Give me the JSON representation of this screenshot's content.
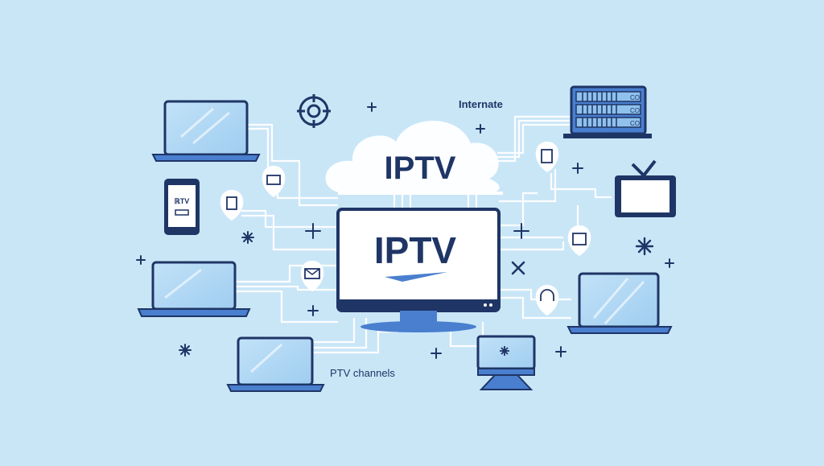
{
  "cloud": {
    "label": "IPTV"
  },
  "monitor": {
    "label": "IPTV"
  },
  "phone": {
    "screen_line1": "ℝTV"
  },
  "labels": {
    "internet": "Internate",
    "channels": "PTV channels"
  },
  "server": {
    "tag1": "CO",
    "tag2": "CO",
    "tag3": "CO"
  },
  "colors": {
    "background": "#c9e6f7",
    "navy": "#1f3566",
    "blue": "#4a7fcf",
    "screen": "#aed6f4",
    "white": "#ffffff"
  }
}
